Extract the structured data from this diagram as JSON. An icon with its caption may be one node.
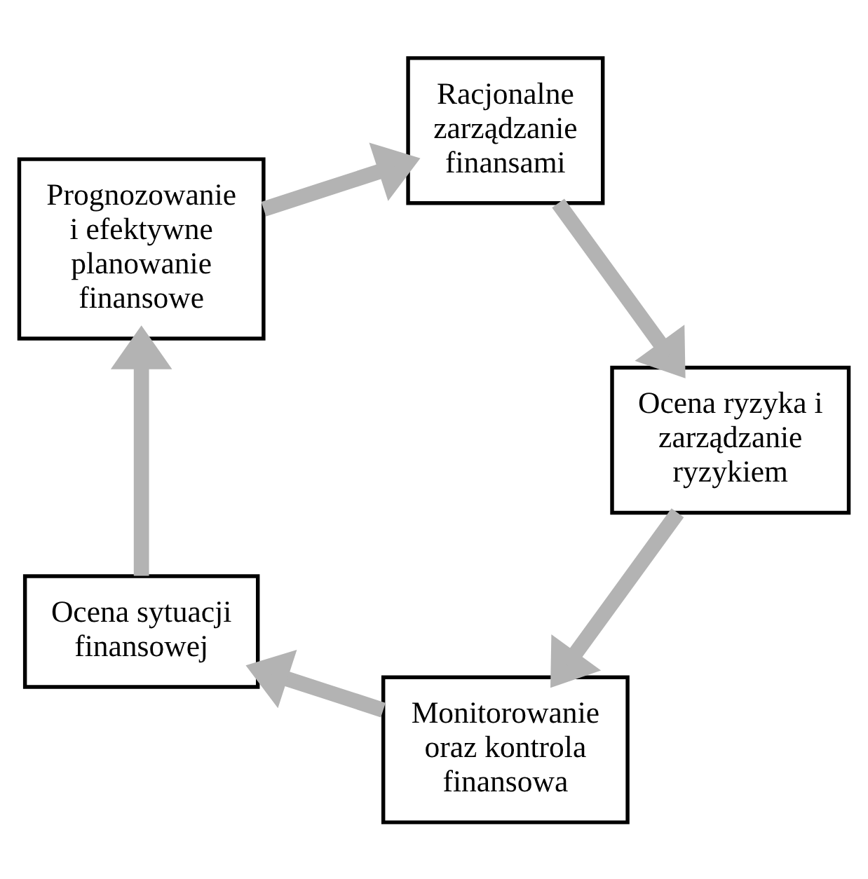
{
  "diagram": {
    "nodes": [
      {
        "text": [
          "Monitorowanie oraz kontrola finansowa"
        ]
      },
      {
        "text": [
          "Ocena sytuacji finansowej"
        ]
      },
      {
        "text": [
          "Prognozowanie i efektywne planowanie finansowe"
        ]
      },
      {
        "text": [
          "Ocena ryzyka i zarządzanie ryzykiem"
        ]
      },
      {
        "text": [
          "Racjonalne zarządzanie finansami"
        ]
      }
    ],
    "edges": [
      {
        "from": 1,
        "to": 2,
        "arrow": "to"
      },
      {
        "from": 2,
        "to": 4,
        "arrow": "to"
      },
      {
        "from": 4,
        "to": 3,
        "arrow": "to"
      },
      {
        "from": 3,
        "to": 0,
        "arrow": "to"
      },
      {
        "from": 0,
        "to": 1,
        "arrow": "to"
      }
    ]
  }
}
